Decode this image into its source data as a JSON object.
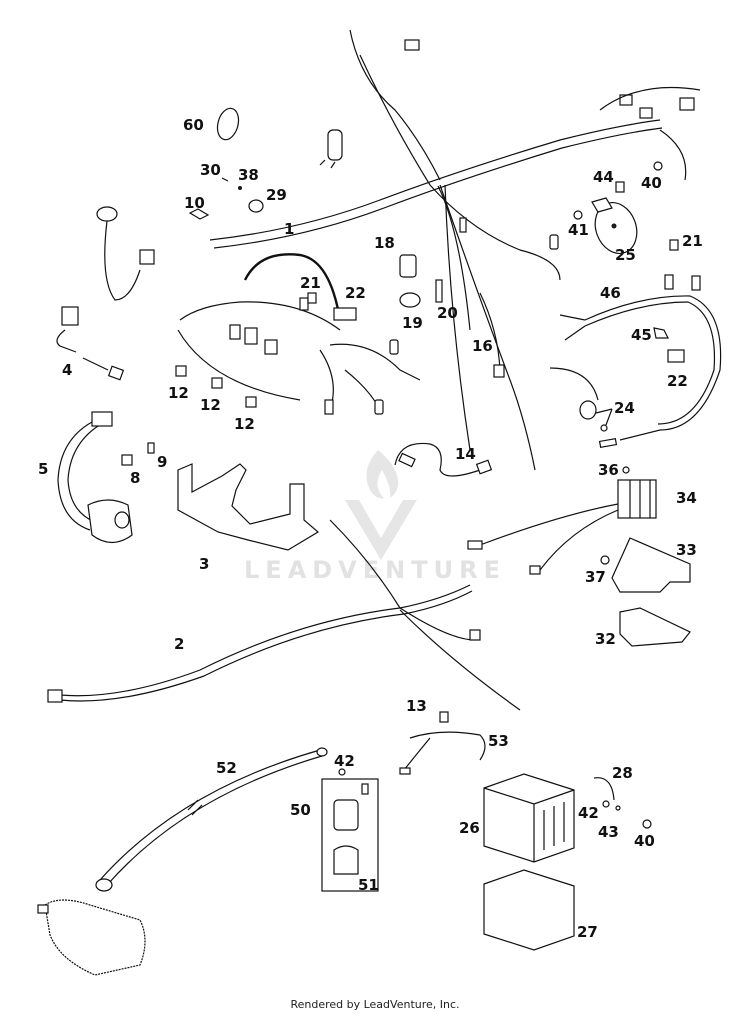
{
  "diagram": {
    "title": "Wiring Harness / Electrical Parts Diagram",
    "watermark": "LEADVENTURE",
    "footer": "Rendered by LeadVenture, Inc.",
    "callouts": [
      {
        "id": "c60",
        "text": "60"
      },
      {
        "id": "c30",
        "text": "30"
      },
      {
        "id": "c38",
        "text": "38"
      },
      {
        "id": "c29",
        "text": "29"
      },
      {
        "id": "c10",
        "text": "10"
      },
      {
        "id": "c1",
        "text": "1"
      },
      {
        "id": "c44",
        "text": "44"
      },
      {
        "id": "c40a",
        "text": "40"
      },
      {
        "id": "c41",
        "text": "41"
      },
      {
        "id": "c25",
        "text": "25"
      },
      {
        "id": "c21a",
        "text": "21"
      },
      {
        "id": "c21b",
        "text": "21"
      },
      {
        "id": "c22a",
        "text": "22"
      },
      {
        "id": "c18",
        "text": "18"
      },
      {
        "id": "c19",
        "text": "19"
      },
      {
        "id": "c20",
        "text": "20"
      },
      {
        "id": "c46",
        "text": "46"
      },
      {
        "id": "c45",
        "text": "45"
      },
      {
        "id": "c22b",
        "text": "22"
      },
      {
        "id": "c16",
        "text": "16"
      },
      {
        "id": "c4",
        "text": "4"
      },
      {
        "id": "c12a",
        "text": "12"
      },
      {
        "id": "c12b",
        "text": "12"
      },
      {
        "id": "c12c",
        "text": "12"
      },
      {
        "id": "c24",
        "text": "24"
      },
      {
        "id": "c14",
        "text": "14"
      },
      {
        "id": "c5",
        "text": "5"
      },
      {
        "id": "c8",
        "text": "8"
      },
      {
        "id": "c9",
        "text": "9"
      },
      {
        "id": "c3",
        "text": "3"
      },
      {
        "id": "c36",
        "text": "36"
      },
      {
        "id": "c34",
        "text": "34"
      },
      {
        "id": "c33",
        "text": "33"
      },
      {
        "id": "c37",
        "text": "37"
      },
      {
        "id": "c32",
        "text": "32"
      },
      {
        "id": "c2",
        "text": "2"
      },
      {
        "id": "c13",
        "text": "13"
      },
      {
        "id": "c53",
        "text": "53"
      },
      {
        "id": "c52",
        "text": "52"
      },
      {
        "id": "c42a",
        "text": "42"
      },
      {
        "id": "c50",
        "text": "50"
      },
      {
        "id": "c51",
        "text": "51"
      },
      {
        "id": "c28",
        "text": "28"
      },
      {
        "id": "c26",
        "text": "26"
      },
      {
        "id": "c42b",
        "text": "42"
      },
      {
        "id": "c43",
        "text": "43"
      },
      {
        "id": "c40b",
        "text": "40"
      },
      {
        "id": "c27",
        "text": "27"
      }
    ]
  }
}
